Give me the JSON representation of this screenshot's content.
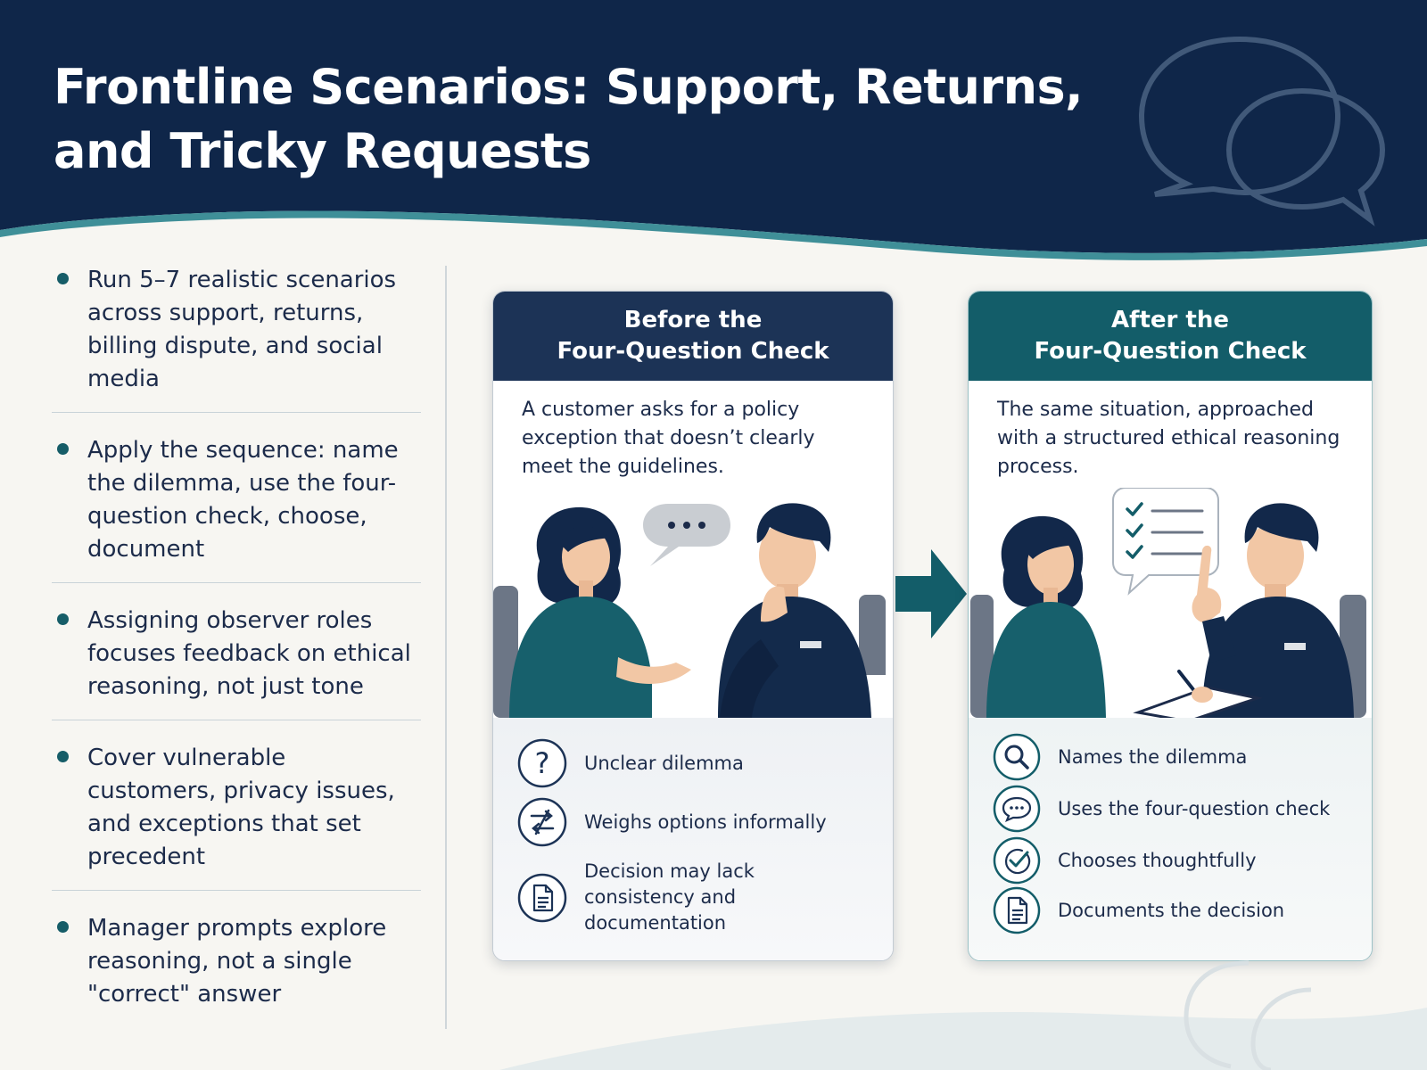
{
  "title": "Frontline Scenarios: Support, Returns, and Tricky Requests",
  "colors": {
    "navy": "#0f2649",
    "teal": "#135d69",
    "wave": "#3f8f98",
    "background": "#f7f6f2"
  },
  "bullets": [
    "Run 5–7 realistic scenarios across support, returns, billing dispute, and social media",
    "Apply the sequence: name the dilemma, use the four-question check, choose, document",
    "Assigning observer roles focuses feedback on ethical reasoning, not just tone",
    "Cover vulnerable customers, privacy issues, and exceptions that set precedent",
    "Manager prompts explore reasoning, not a single \"correct\" answer"
  ],
  "before": {
    "heading_line1": "Before the",
    "heading_line2": "Four-Question Check",
    "description": "A customer asks for a policy exception that doesn’t clearly meet the guidelines.",
    "items": [
      {
        "icon": "question-mark-icon",
        "label": "Unclear dilemma"
      },
      {
        "icon": "crossed-arrows-icon",
        "label": "Weighs options informally"
      },
      {
        "icon": "document-icon",
        "label": "Decision may lack consistency and documentation"
      }
    ]
  },
  "after": {
    "heading_line1": "After the",
    "heading_line2": "Four-Question Check",
    "description": "The same situation, approached with a structured ethical reasoning process.",
    "items": [
      {
        "icon": "magnifier-icon",
        "label": "Names the dilemma"
      },
      {
        "icon": "chat-bubble-icon",
        "label": "Uses the four-question check"
      },
      {
        "icon": "check-circle-icon",
        "label": "Chooses thoughtfully"
      },
      {
        "icon": "document-icon",
        "label": "Documents the decision"
      }
    ]
  }
}
